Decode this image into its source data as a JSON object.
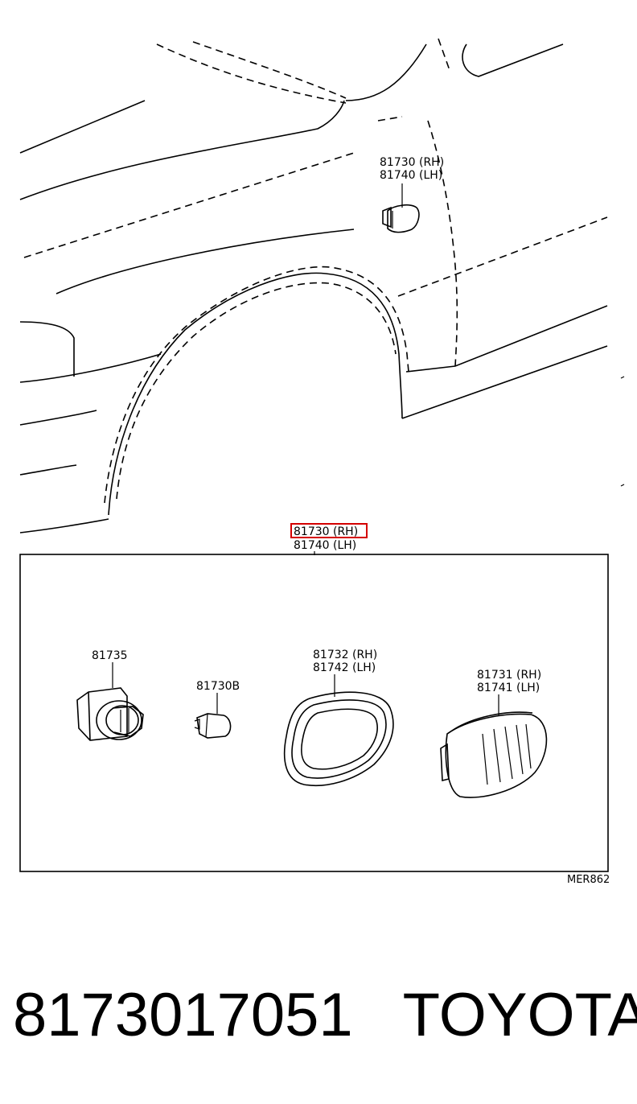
{
  "callouts": {
    "car_rh": "81730 (RH)",
    "car_lh": "81740 (LH)",
    "assy_rh": "81730 (RH)",
    "assy_lh": "81740 (LH)",
    "socket": "81735",
    "bulb": "81730B",
    "gasket_rh": "81732 (RH)",
    "gasket_lh": "81742 (LH)",
    "lens_rh": "81731 (RH)",
    "lens_lh": "81741 (LH)"
  },
  "diagram_code": "MER862",
  "footer": {
    "part_number": "8173017051",
    "brand": "TOYOTA"
  },
  "colors": {
    "highlight": "#d40000",
    "ink": "#000000"
  }
}
